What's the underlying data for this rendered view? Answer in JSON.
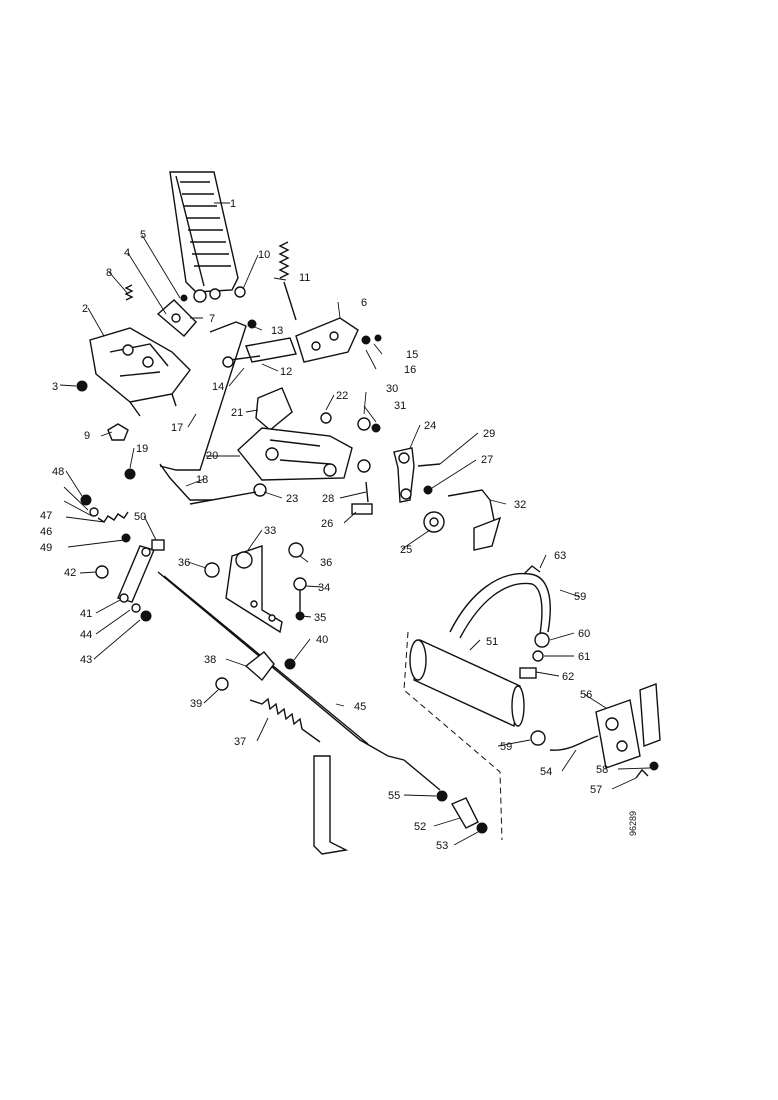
{
  "diagram": {
    "drawing_number": "96289",
    "callouts": [
      "1",
      "2",
      "3",
      "4",
      "5",
      "6",
      "7",
      "8",
      "9",
      "10",
      "11",
      "12",
      "13",
      "14",
      "15",
      "16",
      "17",
      "18",
      "19",
      "20",
      "21",
      "22",
      "23",
      "24",
      "25",
      "26",
      "27",
      "28",
      "29",
      "30",
      "31",
      "32",
      "33",
      "35",
      "34",
      "36",
      "36",
      "37",
      "38",
      "39",
      "40",
      "41",
      "42",
      "43",
      "44",
      "45",
      "46",
      "47",
      "48",
      "49",
      "50",
      "51",
      "52",
      "53",
      "55",
      "54",
      "56",
      "57",
      "58",
      "59",
      "60",
      "61",
      "62",
      "63",
      "59"
    ]
  }
}
